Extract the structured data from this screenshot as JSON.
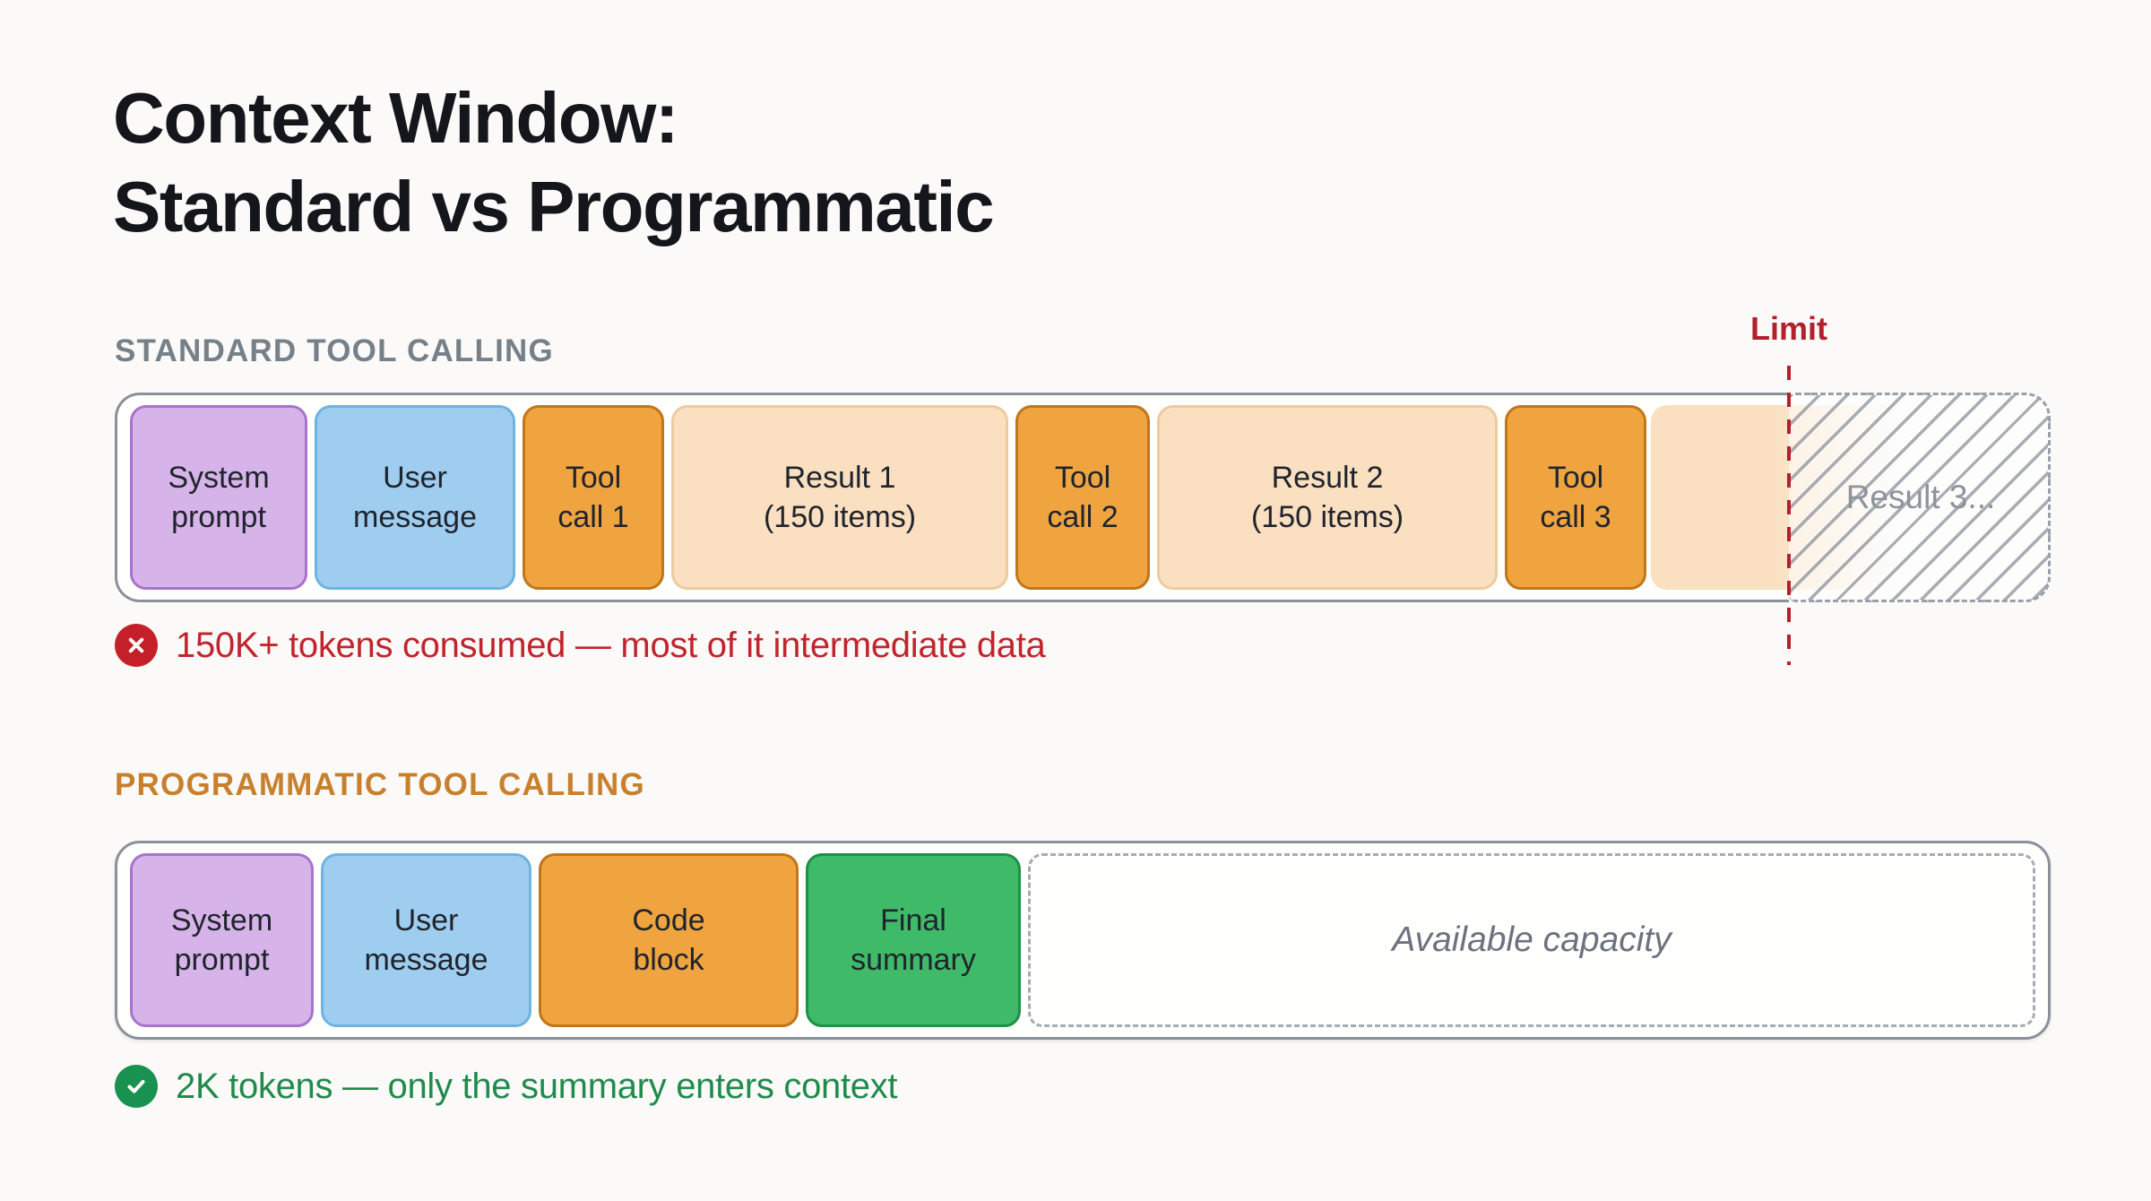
{
  "title": "Context Window:\nStandard vs Programmatic",
  "standard": {
    "section_label": "STANDARD TOOL CALLING",
    "blocks": [
      {
        "label": "System\nprompt",
        "color": "purple"
      },
      {
        "label": "User\nmessage",
        "color": "blue"
      },
      {
        "label": "Tool\ncall 1",
        "color": "orange"
      },
      {
        "label": "Result 1\n(150 items)",
        "color": "peach"
      },
      {
        "label": "Tool\ncall 2",
        "color": "orange"
      },
      {
        "label": "Result 2\n(150 items)",
        "color": "peach"
      },
      {
        "label": "Tool\ncall 3",
        "color": "orange"
      }
    ],
    "limit_label": "Limit",
    "overflow_label": "Result 3...",
    "status_text": "150K+ tokens consumed — most of it intermediate data"
  },
  "programmatic": {
    "section_label": "PROGRAMMATIC TOOL CALLING",
    "blocks": [
      {
        "label": "System\nprompt",
        "color": "purple"
      },
      {
        "label": "User\nmessage",
        "color": "blue"
      },
      {
        "label": "Code\nblock",
        "color": "orange"
      },
      {
        "label": "Final\nsummary",
        "color": "green"
      }
    ],
    "capacity_label": "Available capacity",
    "status_text": "2K tokens — only the summary enters context"
  },
  "colors": {
    "background": "#fbfaf8",
    "container_border": "#8b919b",
    "purple_fill": "#d6b4e9",
    "purple_border": "#a873cc",
    "blue_fill": "#9ecdf0",
    "blue_border": "#6fb3e2",
    "orange_fill": "#efa440",
    "orange_border": "#c0761a",
    "peach_fill": "#fadfc0",
    "peach_border": "#eecb9f",
    "green_fill": "#3eba69",
    "green_border": "#1f9048",
    "error_red": "#c2242e",
    "limit_red": "#b3202c",
    "success_green": "#1f8b4d",
    "section_label_gray": "#768089",
    "section_label_orange": "#c9802c",
    "overflow_text_gray": "#8d939b"
  }
}
